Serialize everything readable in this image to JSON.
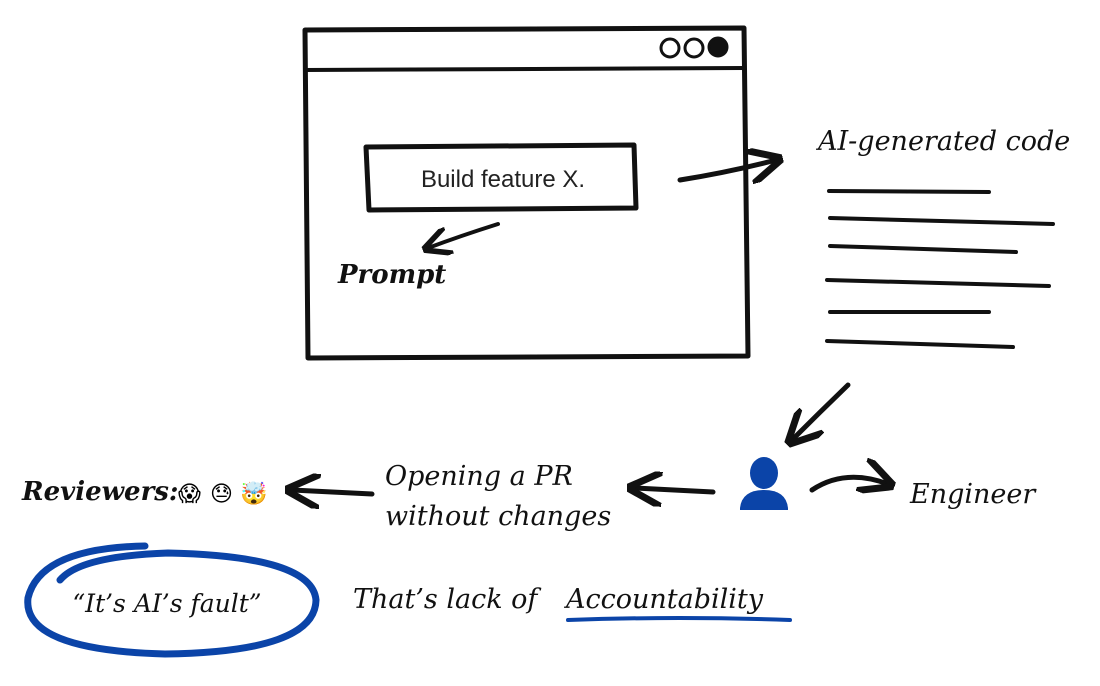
{
  "window": {
    "controls": [
      "circle-icon",
      "circle-icon",
      "filled-circle-icon"
    ],
    "prompt_box_text": "Build feature X."
  },
  "labels": {
    "prompt": "Prompt",
    "ai_code": "AI-generated code",
    "engineer": "Engineer",
    "pr_line1": "Opening a PR",
    "pr_line2": "without changes",
    "reviewers": "Reviewers:",
    "quote": "“It’s AI’s fault”",
    "lack_prefix": "That’s lack of",
    "accountability": "Accountability"
  },
  "reviewer_emojis": [
    "😱",
    "😓",
    "🤯"
  ],
  "icons": {
    "engineer": "person-icon"
  },
  "colors": {
    "ink": "#111111",
    "accent_blue": "#0b44a8",
    "emoji_yellow": "#f4b400"
  }
}
